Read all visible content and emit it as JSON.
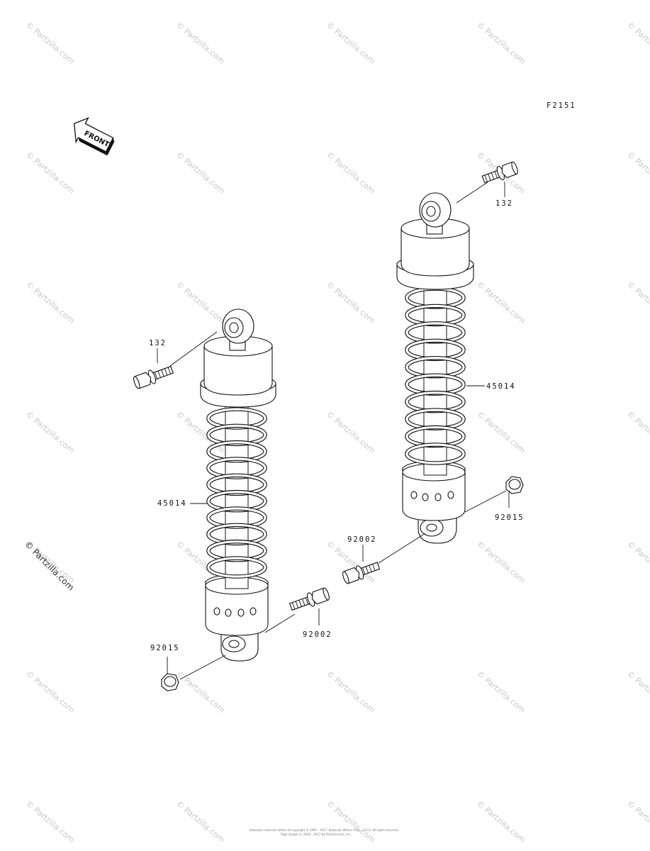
{
  "diagram": {
    "figure_code": "F2151",
    "front_label": "FRONT",
    "side_watermark": "© Partzilla.com",
    "tile_watermark": "© Partzilla.com",
    "footer_line1": "Kawasaki materials within all copyright © 1995 - 2017, Kawasaki Motors Corp., U.S.A. All rights reserved.",
    "footer_line2": "Page design (c) 2002 - 2017 by Partzilla.com, Inc."
  },
  "callouts": {
    "left_bolt_top": "132",
    "left_shock": "45014",
    "left_bolt_bottom": "92002",
    "left_nut": "92015",
    "right_bolt_top": "132",
    "right_shock": "45014",
    "right_nut": "92015",
    "right_bolt_bottom": "92002"
  }
}
